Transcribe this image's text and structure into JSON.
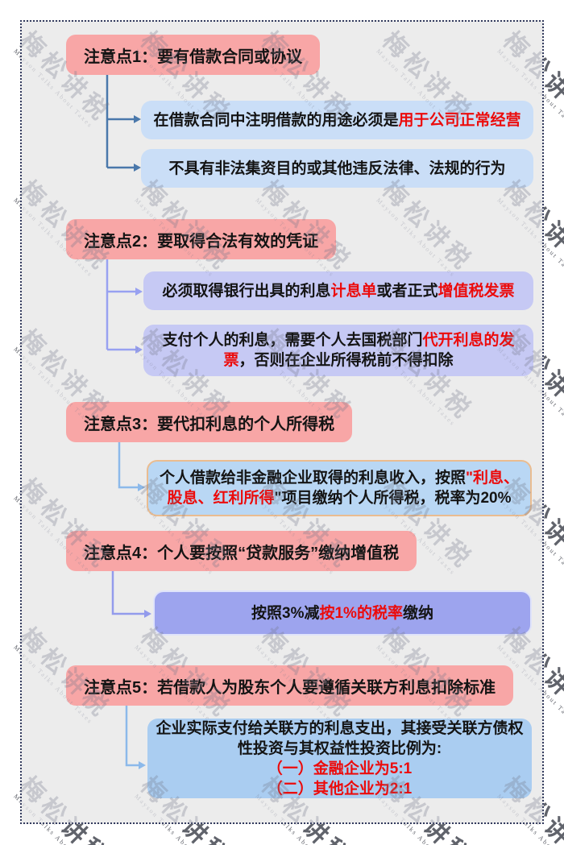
{
  "watermark": {
    "cn": "梅松讲税",
    "en": "Mayson Talks About Taxes"
  },
  "colors": {
    "page_background": "#ffffff",
    "panel_background": "#ececec",
    "dotted_border": "#333b5e",
    "note_box_pink": "#f8a6a6",
    "child_blue_s1": "#cadef7",
    "child_lavender_s2": "#c6c9f4",
    "child_blue_s3": "#b9d7f4",
    "child_blue_s3_border": "#eabc90",
    "child_periwinkle_s4": "#9da4ee",
    "child_blue_s5": "#aacdf1",
    "highlight_red": "#ec0b0b",
    "connector_s1": "#4a78ab",
    "connector_s2": "#98a1f1",
    "connector_s3": "#8cb9ea",
    "connector_s4": "#939bec",
    "connector_s5": "#8cb9ea"
  },
  "sections": [
    {
      "title": "注意点1：要有借款合同或协议",
      "children": [
        {
          "lines": [
            [
              {
                "t": "在借款合同中注明借款的用途必须是"
              },
              {
                "t": "用于公司正常经营",
                "red": true
              }
            ]
          ]
        },
        {
          "lines": [
            [
              {
                "t": "不具有非法集资目的或其他违反法律、法规的行为"
              }
            ]
          ]
        }
      ]
    },
    {
      "title": "注意点2：要取得合法有效的凭证",
      "children": [
        {
          "lines": [
            [
              {
                "t": "必须取得银行出具的利息"
              },
              {
                "t": "计息单",
                "red": true
              },
              {
                "t": "或者正式"
              },
              {
                "t": "增值税发票",
                "red": true
              }
            ]
          ]
        },
        {
          "lines": [
            [
              {
                "t": "支付个人的利息，需要个人去国税部门"
              },
              {
                "t": "代开利息的发",
                "red": true
              }
            ],
            [
              {
                "t": "票",
                "red": true
              },
              {
                "t": "，否则在企业所得税前不得扣除"
              }
            ]
          ]
        }
      ]
    },
    {
      "title": "注意点3：要代扣利息的个人所得税",
      "children": [
        {
          "lines": [
            [
              {
                "t": "个人借款给非金融企业取得的利息收入，按照"
              },
              {
                "t": "\"利息、",
                "red": true
              }
            ],
            [
              {
                "t": "股息、红利所得",
                "red": true
              },
              {
                "t": "\"项目缴纳个人所得税，税率为20%"
              }
            ]
          ]
        }
      ]
    },
    {
      "title": "注意点4：个人要按照“贷款服务”缴纳增值税",
      "children": [
        {
          "lines": [
            [
              {
                "t": "按照3%减"
              },
              {
                "t": "按1%的税率",
                "red": true
              },
              {
                "t": "缴纳"
              }
            ]
          ]
        }
      ]
    },
    {
      "title": "注意点5：若借款人为股东个人要遵循关联方利息扣除标准",
      "children": [
        {
          "lines": [
            [
              {
                "t": "企业实际支付给关联方的利息支出，其接受关联方债权"
              }
            ],
            [
              {
                "t": "性投资与其权益性投资比例为:"
              }
            ],
            [
              {
                "t": "（一）金融企业为5:1",
                "red": true
              }
            ],
            [
              {
                "t": "（二）其他企业为2:1",
                "red": true
              }
            ]
          ]
        }
      ]
    }
  ]
}
